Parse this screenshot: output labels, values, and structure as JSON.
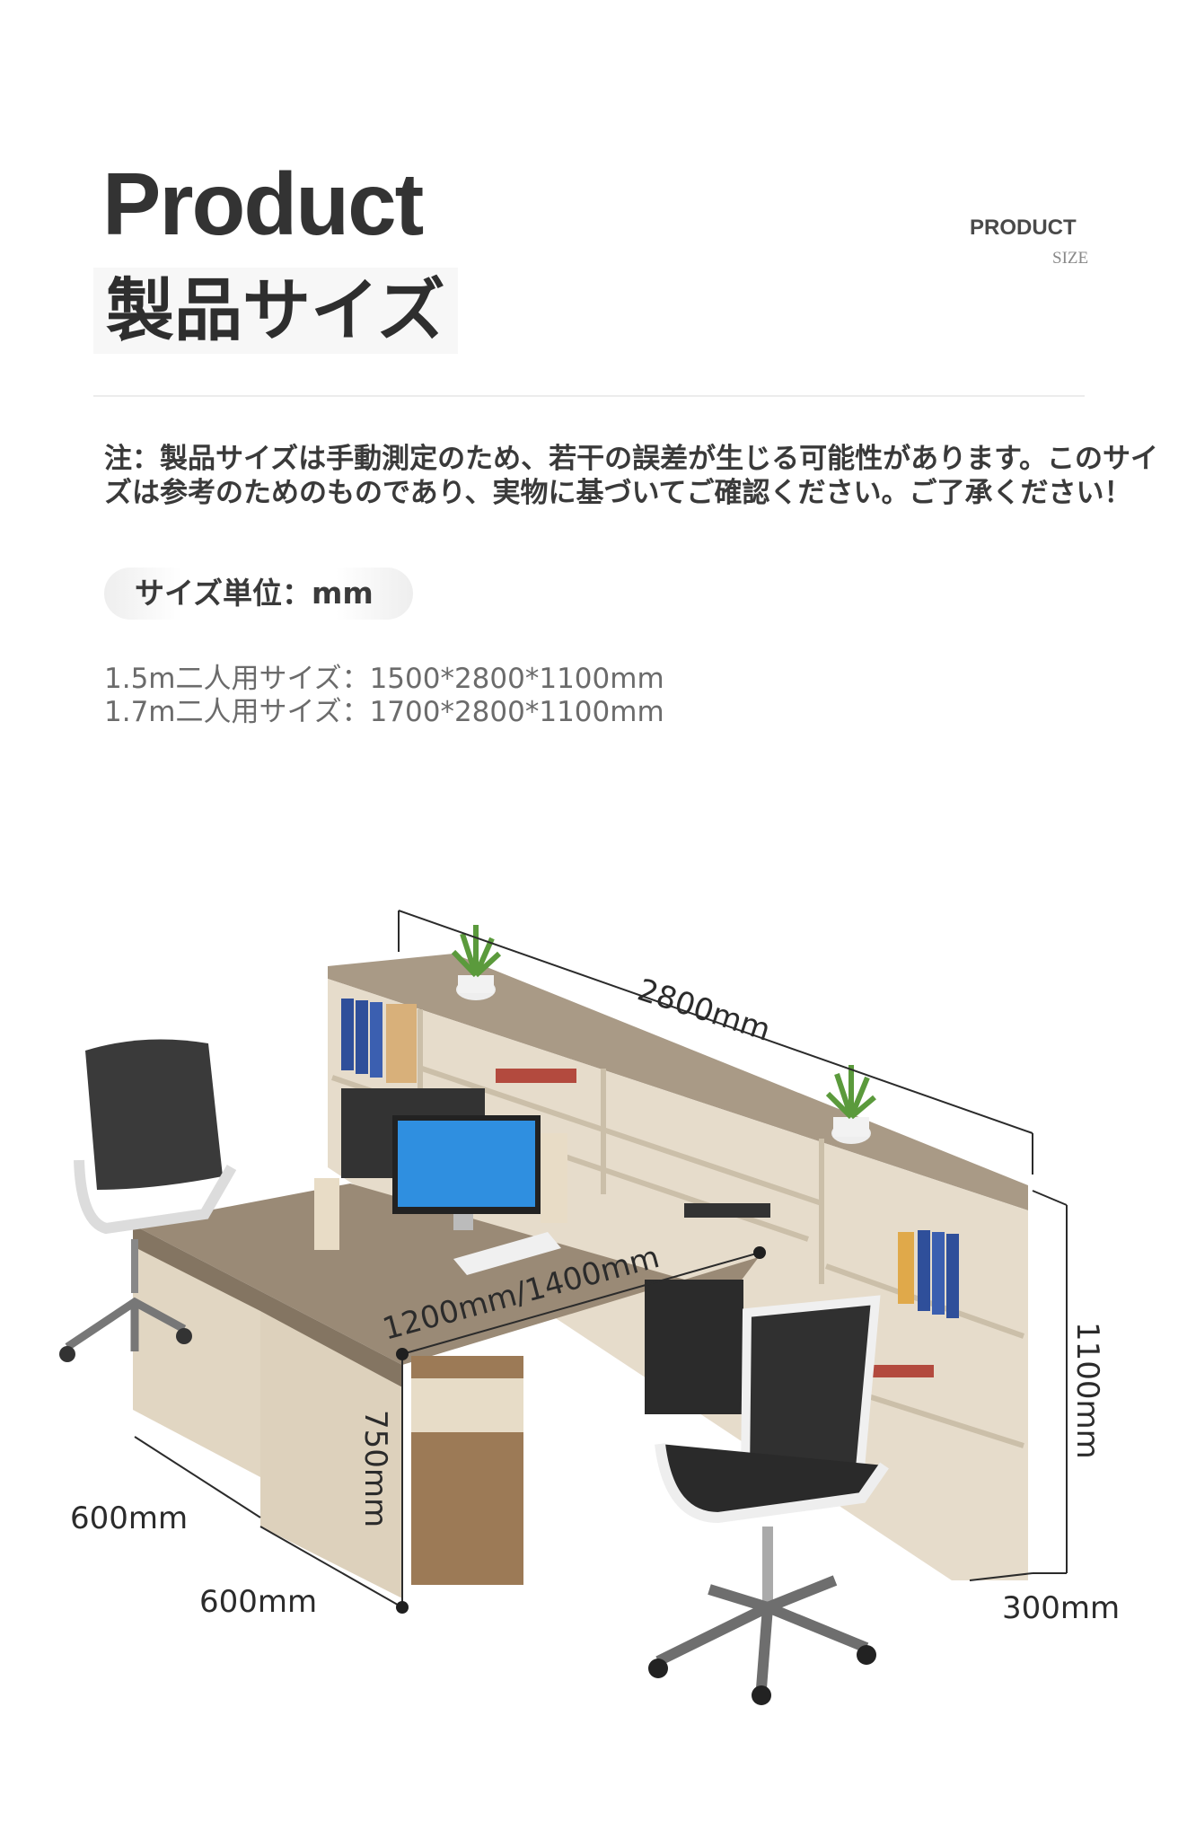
{
  "header": {
    "title_en": "Product",
    "title_jp": "製品サイズ",
    "corner_title": "PRODUCT",
    "corner_subtitle": "SIZE"
  },
  "note": "注：製品サイズは手動測定のため、若干の誤差が生じる可能性があります。このサイズは参考のためのものであり、実物に基づいてご確認ください。ご了承ください！",
  "unit_label": "サイズ単位：mm",
  "sizes": [
    "1.5m二人用サイズ：1500*2800*1100mm",
    "1.7m二人用サイズ：1700*2800*1100mm"
  ],
  "dimensions": {
    "length": "2800mm",
    "desk_width": "1200mm/1400mm",
    "height": "1100mm",
    "desk_height": "750mm",
    "depth_a": "600mm",
    "depth_b": "600mm",
    "cabinet_depth": "300mm"
  }
}
